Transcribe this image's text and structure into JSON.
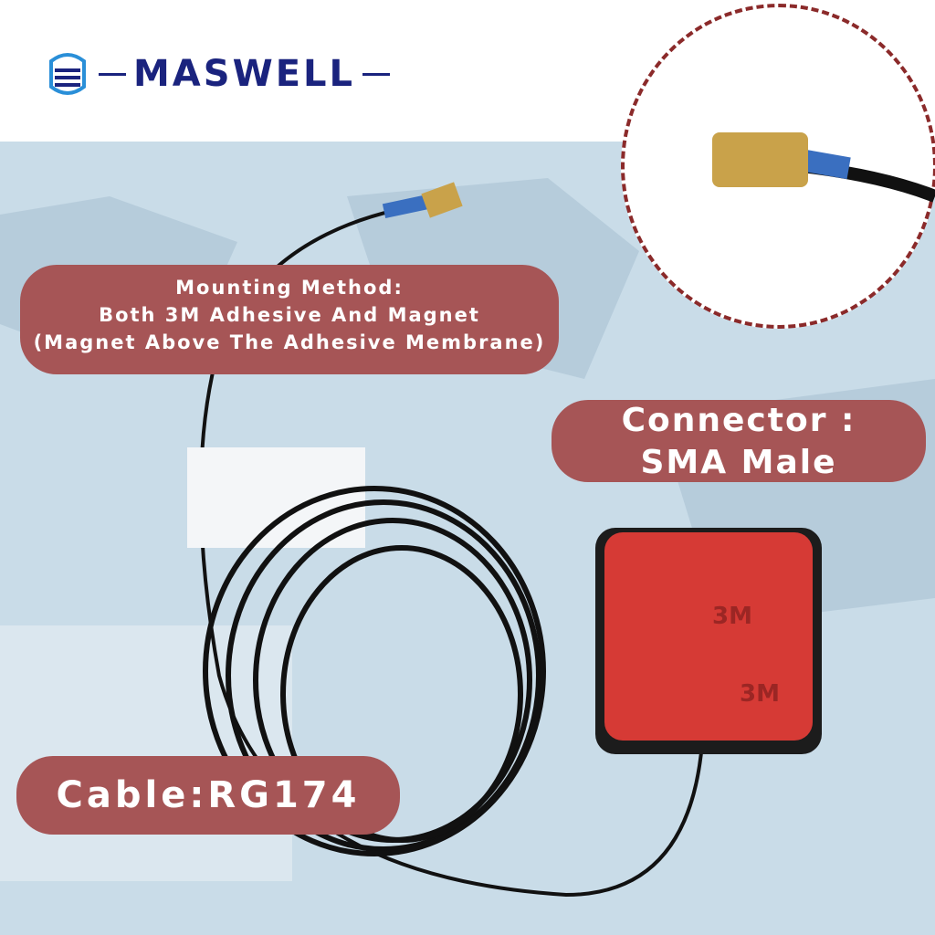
{
  "brand": {
    "name": "MASWELL"
  },
  "labels": {
    "mounting": [
      "Mounting Method:",
      "Both 3M  Adhesive And Magnet",
      "(Magnet Above The Adhesive Membrane)"
    ],
    "connector": [
      "Connector :",
      "SMA Male"
    ],
    "cable": "Cable:RG174"
  },
  "colors": {
    "bubble": "#a65556",
    "background": "#c9dce8",
    "logo": "#1a237e",
    "circle_border": "#8b2a2a"
  },
  "pad_marking": "3M"
}
